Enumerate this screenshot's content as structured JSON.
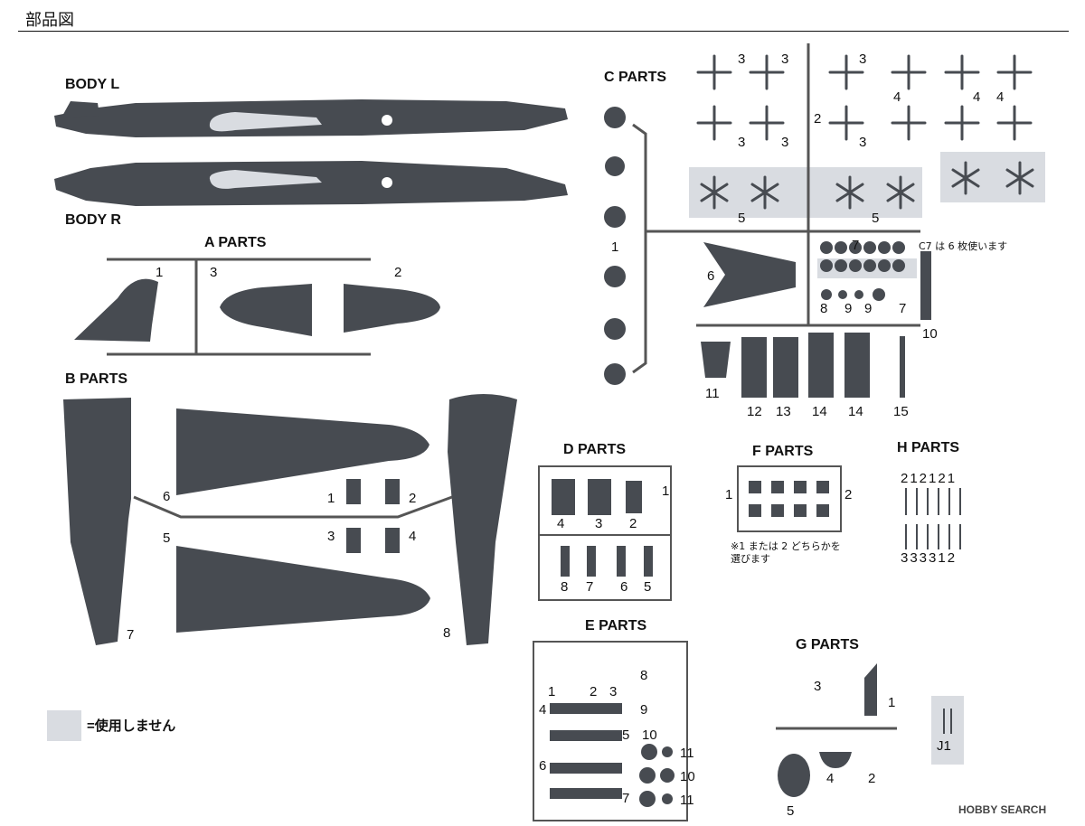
{
  "header": {
    "title": "部品図"
  },
  "labels": {
    "body_l": "BODY L",
    "body_r": "BODY R",
    "a_parts": "A PARTS",
    "b_parts": "B  PARTS",
    "c_parts": "C PARTS",
    "d_parts": "D PARTS",
    "e_parts": "E PARTS",
    "f_parts": "F PARTS",
    "g_parts": "G PARTS",
    "h_parts": "H PARTS"
  },
  "numbers": {
    "a": [
      "1",
      "3",
      "2"
    ],
    "b": [
      "6",
      "1",
      "2",
      "5",
      "3",
      "4",
      "7",
      "8"
    ],
    "c_top": [
      "3",
      "3",
      "3",
      "2",
      "4",
      "4",
      "4",
      "3",
      "3",
      "3"
    ],
    "c_mid": [
      "1",
      "5",
      "5",
      "6",
      "7",
      "8",
      "9",
      "9",
      "7",
      "10"
    ],
    "c_bottom": [
      "11",
      "12",
      "13",
      "14",
      "14",
      "15"
    ],
    "d": [
      "1",
      "4",
      "3",
      "2",
      "8",
      "7",
      "6",
      "5"
    ],
    "e": [
      "1",
      "2",
      "3",
      "8",
      "9",
      "4",
      "5",
      "10",
      "11",
      "6",
      "10",
      "7",
      "11"
    ],
    "f": [
      "1",
      "2"
    ],
    "g": [
      "3",
      "1",
      "4",
      "2",
      "5"
    ],
    "h_top": "212121",
    "h_bottom": "333312",
    "j": "J1"
  },
  "notes": {
    "c7": "C7 は 6 枚使います",
    "f_choice": "※1 または 2 どちらかを\n選びます",
    "legend": "=使用しません"
  },
  "watermark": "HOBBY SEARCH",
  "colors": {
    "part": "#474b51",
    "unused": "#d9dce1",
    "line": "#555"
  }
}
